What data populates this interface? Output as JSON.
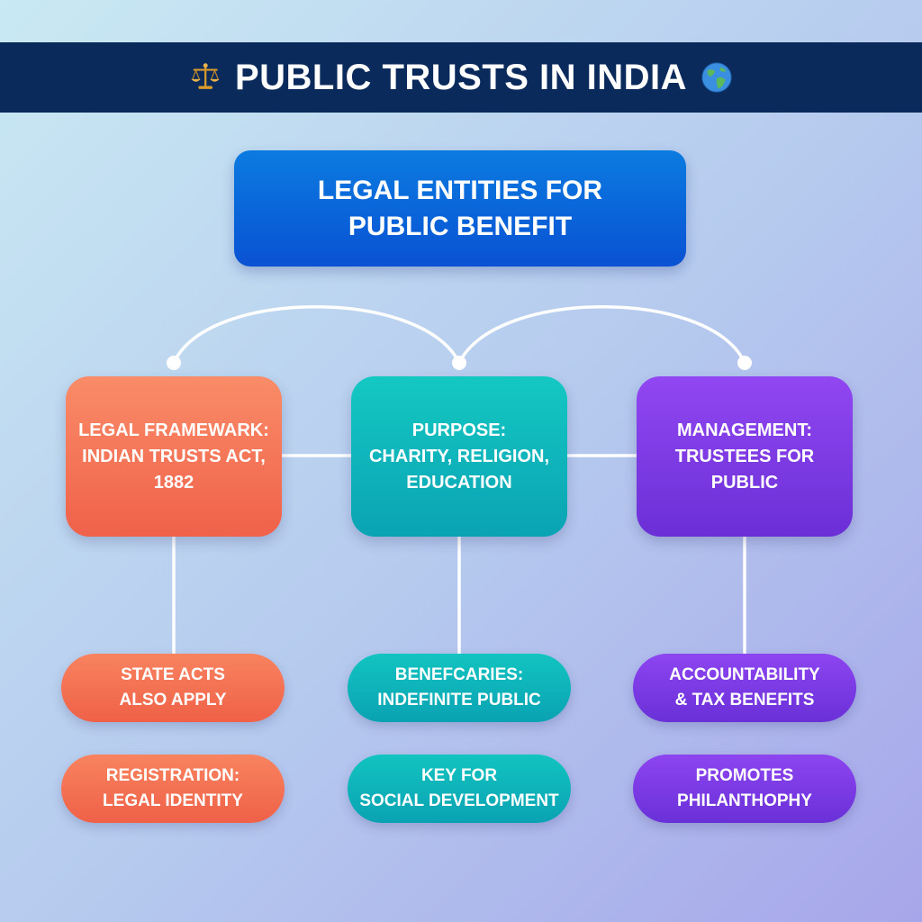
{
  "banner": {
    "title": "PUBLIC TRUSTS IN INDIA",
    "left_icon": "scales-of-justice-icon",
    "right_icon": "globe-icon"
  },
  "root": {
    "label": "LEGAL ENTITIES FOR\nPUBLIC BENEFIT"
  },
  "categories": [
    {
      "label": "LEGAL FRAMEWARK:\nINDIAN TRUSTS ACT,\n1882",
      "color": "#f2694e"
    },
    {
      "label": "PURPOSE:\nCHARITY, RELIGION,\nEDUCATION",
      "color": "#0db5bb"
    },
    {
      "label": "MANAGEMENT:\nTRUSTEES FOR\nPUBLIC",
      "color": "#7a38e2"
    }
  ],
  "details": [
    [
      "STATE ACTS\nALSO APPLY",
      "REGISTRATION:\nLEGAL IDENTITY"
    ],
    [
      "BENEFCARIES:\nINDEFINITE PUBLIC",
      "KEY FOR\nSOCIAL DEVELOPMENT"
    ],
    [
      "ACCOUNTABILITY\n& TAX BENEFITS",
      "PROMOTES\nPHILANTHOPHY"
    ]
  ]
}
